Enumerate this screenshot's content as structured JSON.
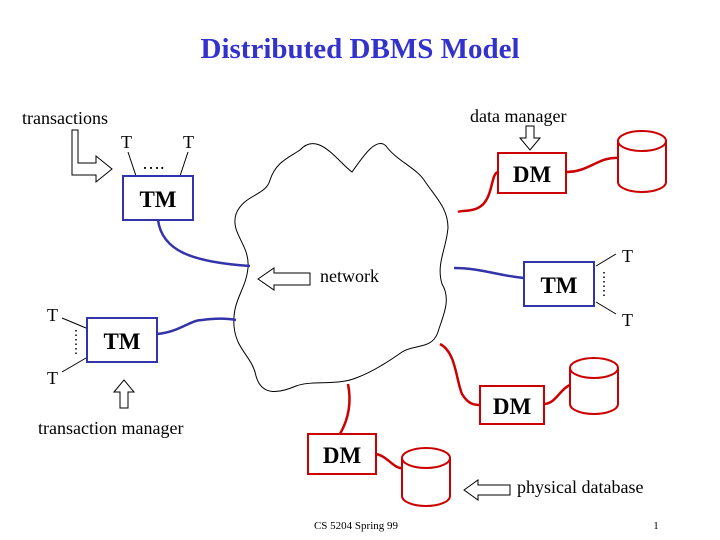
{
  "title": "Distributed DBMS Model",
  "labels": {
    "transactions": "transactions",
    "data_manager": "data manager",
    "network": "network",
    "transaction_manager": "transaction manager",
    "physical_database": "physical database"
  },
  "t_label": "T",
  "tm_label": "TM",
  "dm_label": "DM",
  "top_dots": "….",
  "footer": {
    "course": "CS 5204 Spring 99",
    "page_number": "1"
  },
  "colors": {
    "title": "#3333cc",
    "tm_border": "#3333aa",
    "dm_border": "#cc0000",
    "database": "#cc0000"
  }
}
